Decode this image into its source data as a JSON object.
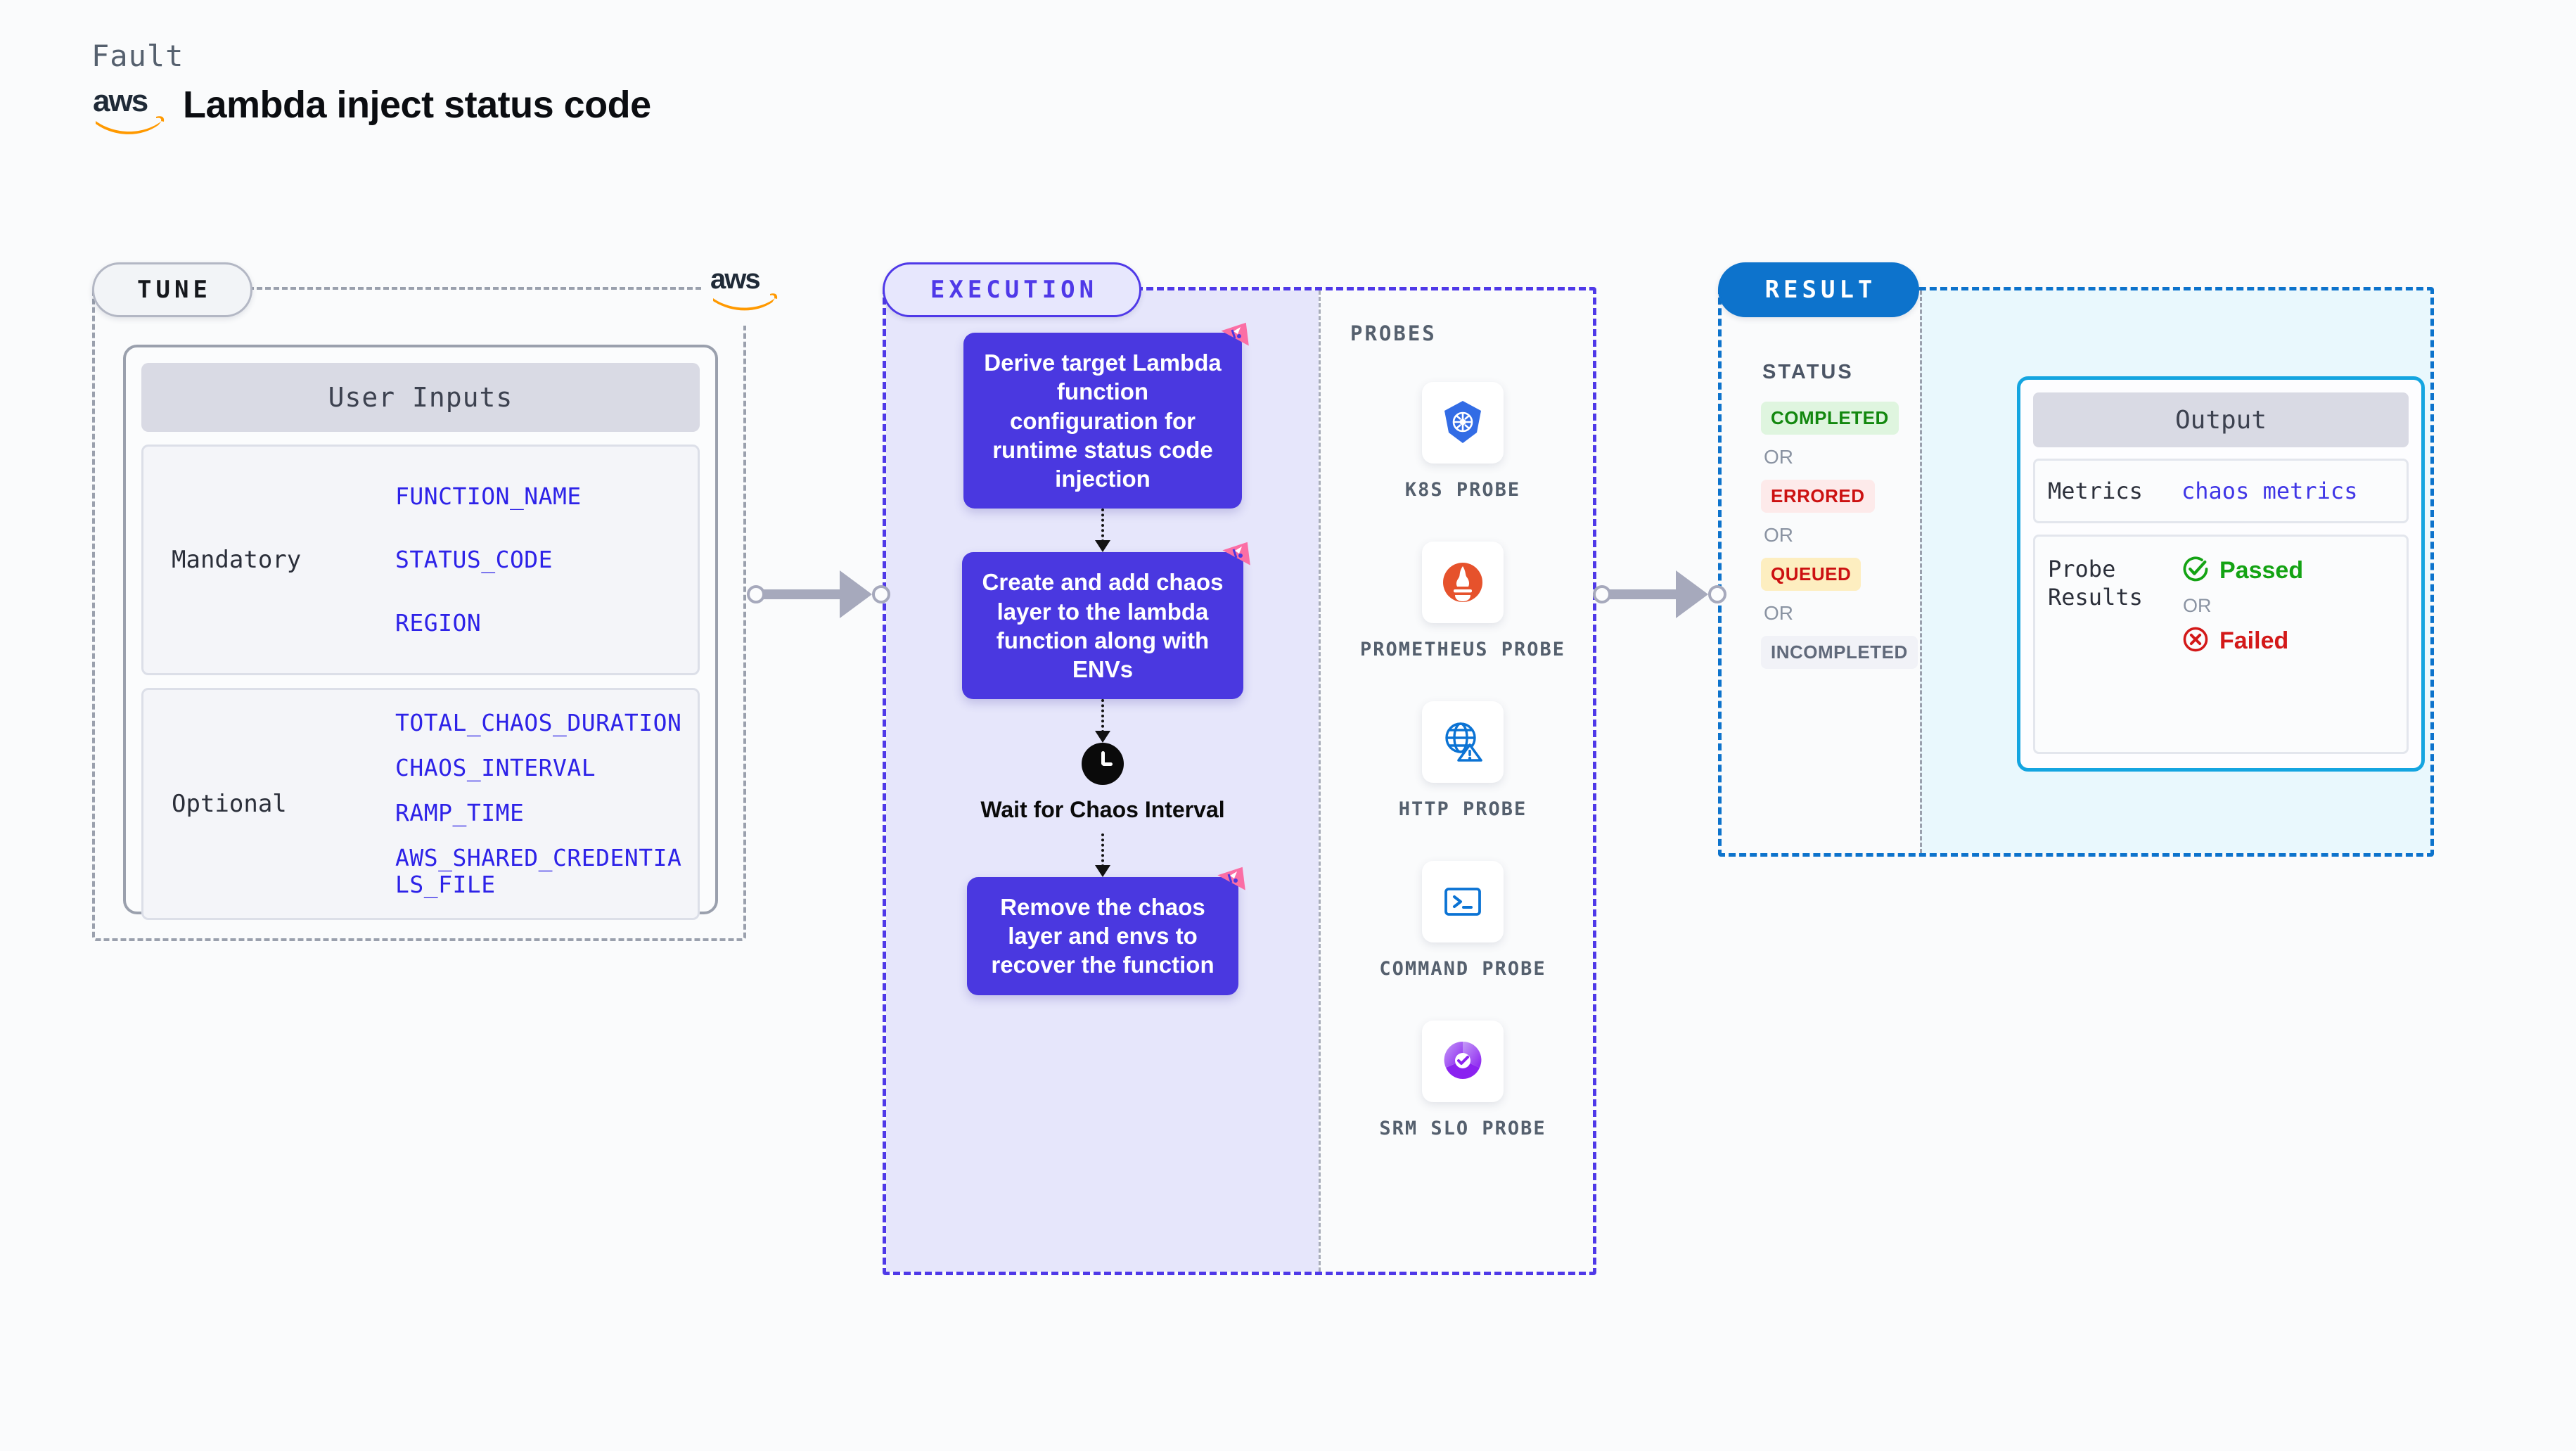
{
  "header": {
    "kicker": "Fault",
    "title": "Lambda inject status code",
    "logo_alt": "aws-logo"
  },
  "tune": {
    "badge": "TUNE",
    "provider_logo": "aws-logo",
    "card_title": "User Inputs",
    "groups": [
      {
        "label": "Mandatory",
        "values": [
          "FUNCTION_NAME",
          "STATUS_CODE",
          "REGION"
        ]
      },
      {
        "label": "Optional",
        "values": [
          "TOTAL_CHAOS_DURATION",
          "CHAOS_INTERVAL",
          "RAMP_TIME",
          "AWS_SHARED_CREDENTIALS_FILE"
        ]
      }
    ]
  },
  "execution": {
    "badge": "EXECUTION",
    "steps": [
      {
        "type": "box",
        "text": "Derive target Lambda function configuration for runtime status code injection",
        "ribbon": "chaos-ribbon-icon"
      },
      {
        "type": "box",
        "text": "Create and add chaos layer to the lambda function along with ENVs",
        "ribbon": "chaos-ribbon-icon"
      },
      {
        "type": "wait",
        "text": "Wait for Chaos Interval",
        "icon": "clock-icon"
      },
      {
        "type": "box",
        "text": "Remove the chaos layer and envs to recover the function",
        "ribbon": "chaos-ribbon-icon"
      }
    ]
  },
  "probes": {
    "title": "PROBES",
    "items": [
      {
        "label": "K8S PROBE",
        "icon": "kubernetes-icon"
      },
      {
        "label": "PROMETHEUS PROBE",
        "icon": "prometheus-icon"
      },
      {
        "label": "HTTP PROBE",
        "icon": "globe-warning-icon"
      },
      {
        "label": "COMMAND PROBE",
        "icon": "terminal-icon"
      },
      {
        "label": "SRM SLO PROBE",
        "icon": "srm-slo-icon"
      }
    ]
  },
  "result": {
    "badge": "RESULT",
    "status_title": "STATUS",
    "or_label": "OR",
    "statuses": [
      {
        "label": "COMPLETED",
        "bg": "#dff5df",
        "fg": "#13880f"
      },
      {
        "label": "ERRORED",
        "bg": "#fdeaea",
        "fg": "#cc1111"
      },
      {
        "label": "QUEUED",
        "bg": "#fdeec0",
        "fg": "#cc1111"
      },
      {
        "label": "INCOMPLETED",
        "bg": "#f1f2f7",
        "fg": "#60697a"
      }
    ],
    "output": {
      "title": "Output",
      "metrics_key": "Metrics",
      "metrics_value": "chaos metrics",
      "probe_results_key": "Probe Results",
      "passed_label": "Passed",
      "failed_label": "Failed",
      "or_label": "OR",
      "passed_color": "#14a314",
      "failed_color": "#d31919"
    }
  },
  "colors": {
    "tune_border": "#9aa0ad",
    "exec_accent": "#4f39e8",
    "result_accent": "#0d73cc",
    "step_box": "#4a38e0",
    "param_value": "#2d22e8",
    "output_border": "#14a5e0"
  }
}
